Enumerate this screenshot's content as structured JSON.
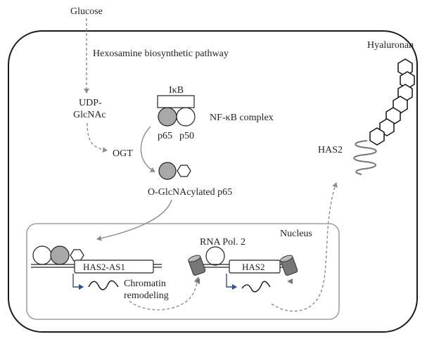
{
  "labels": {
    "glucose": "Glucose",
    "hexosamine": "Hexosamine biosynthetic pathway",
    "udp": "UDP-",
    "glcnac": "GlcNAc",
    "ogt": "OGT",
    "ikb": "IκB",
    "nfkb": "NF-κB complex",
    "p65": "p65",
    "p50": "p50",
    "oglc": "O-GlcNAcylated p65",
    "hyaluronan": "Hyaluronan",
    "has2_membrane": "HAS2",
    "nucleus": "Nucleus",
    "rna_pol": "RNA Pol. 2",
    "has2_as1": "HAS2-AS1",
    "has2_gene": "HAS2",
    "chromatin": "Chromatin",
    "remodeling": "remodeling"
  },
  "colors": {
    "filled_subunit": "#a8a8a8",
    "arrow": "#8c8c8c",
    "promoter_arrow": "#2f4f8f"
  }
}
